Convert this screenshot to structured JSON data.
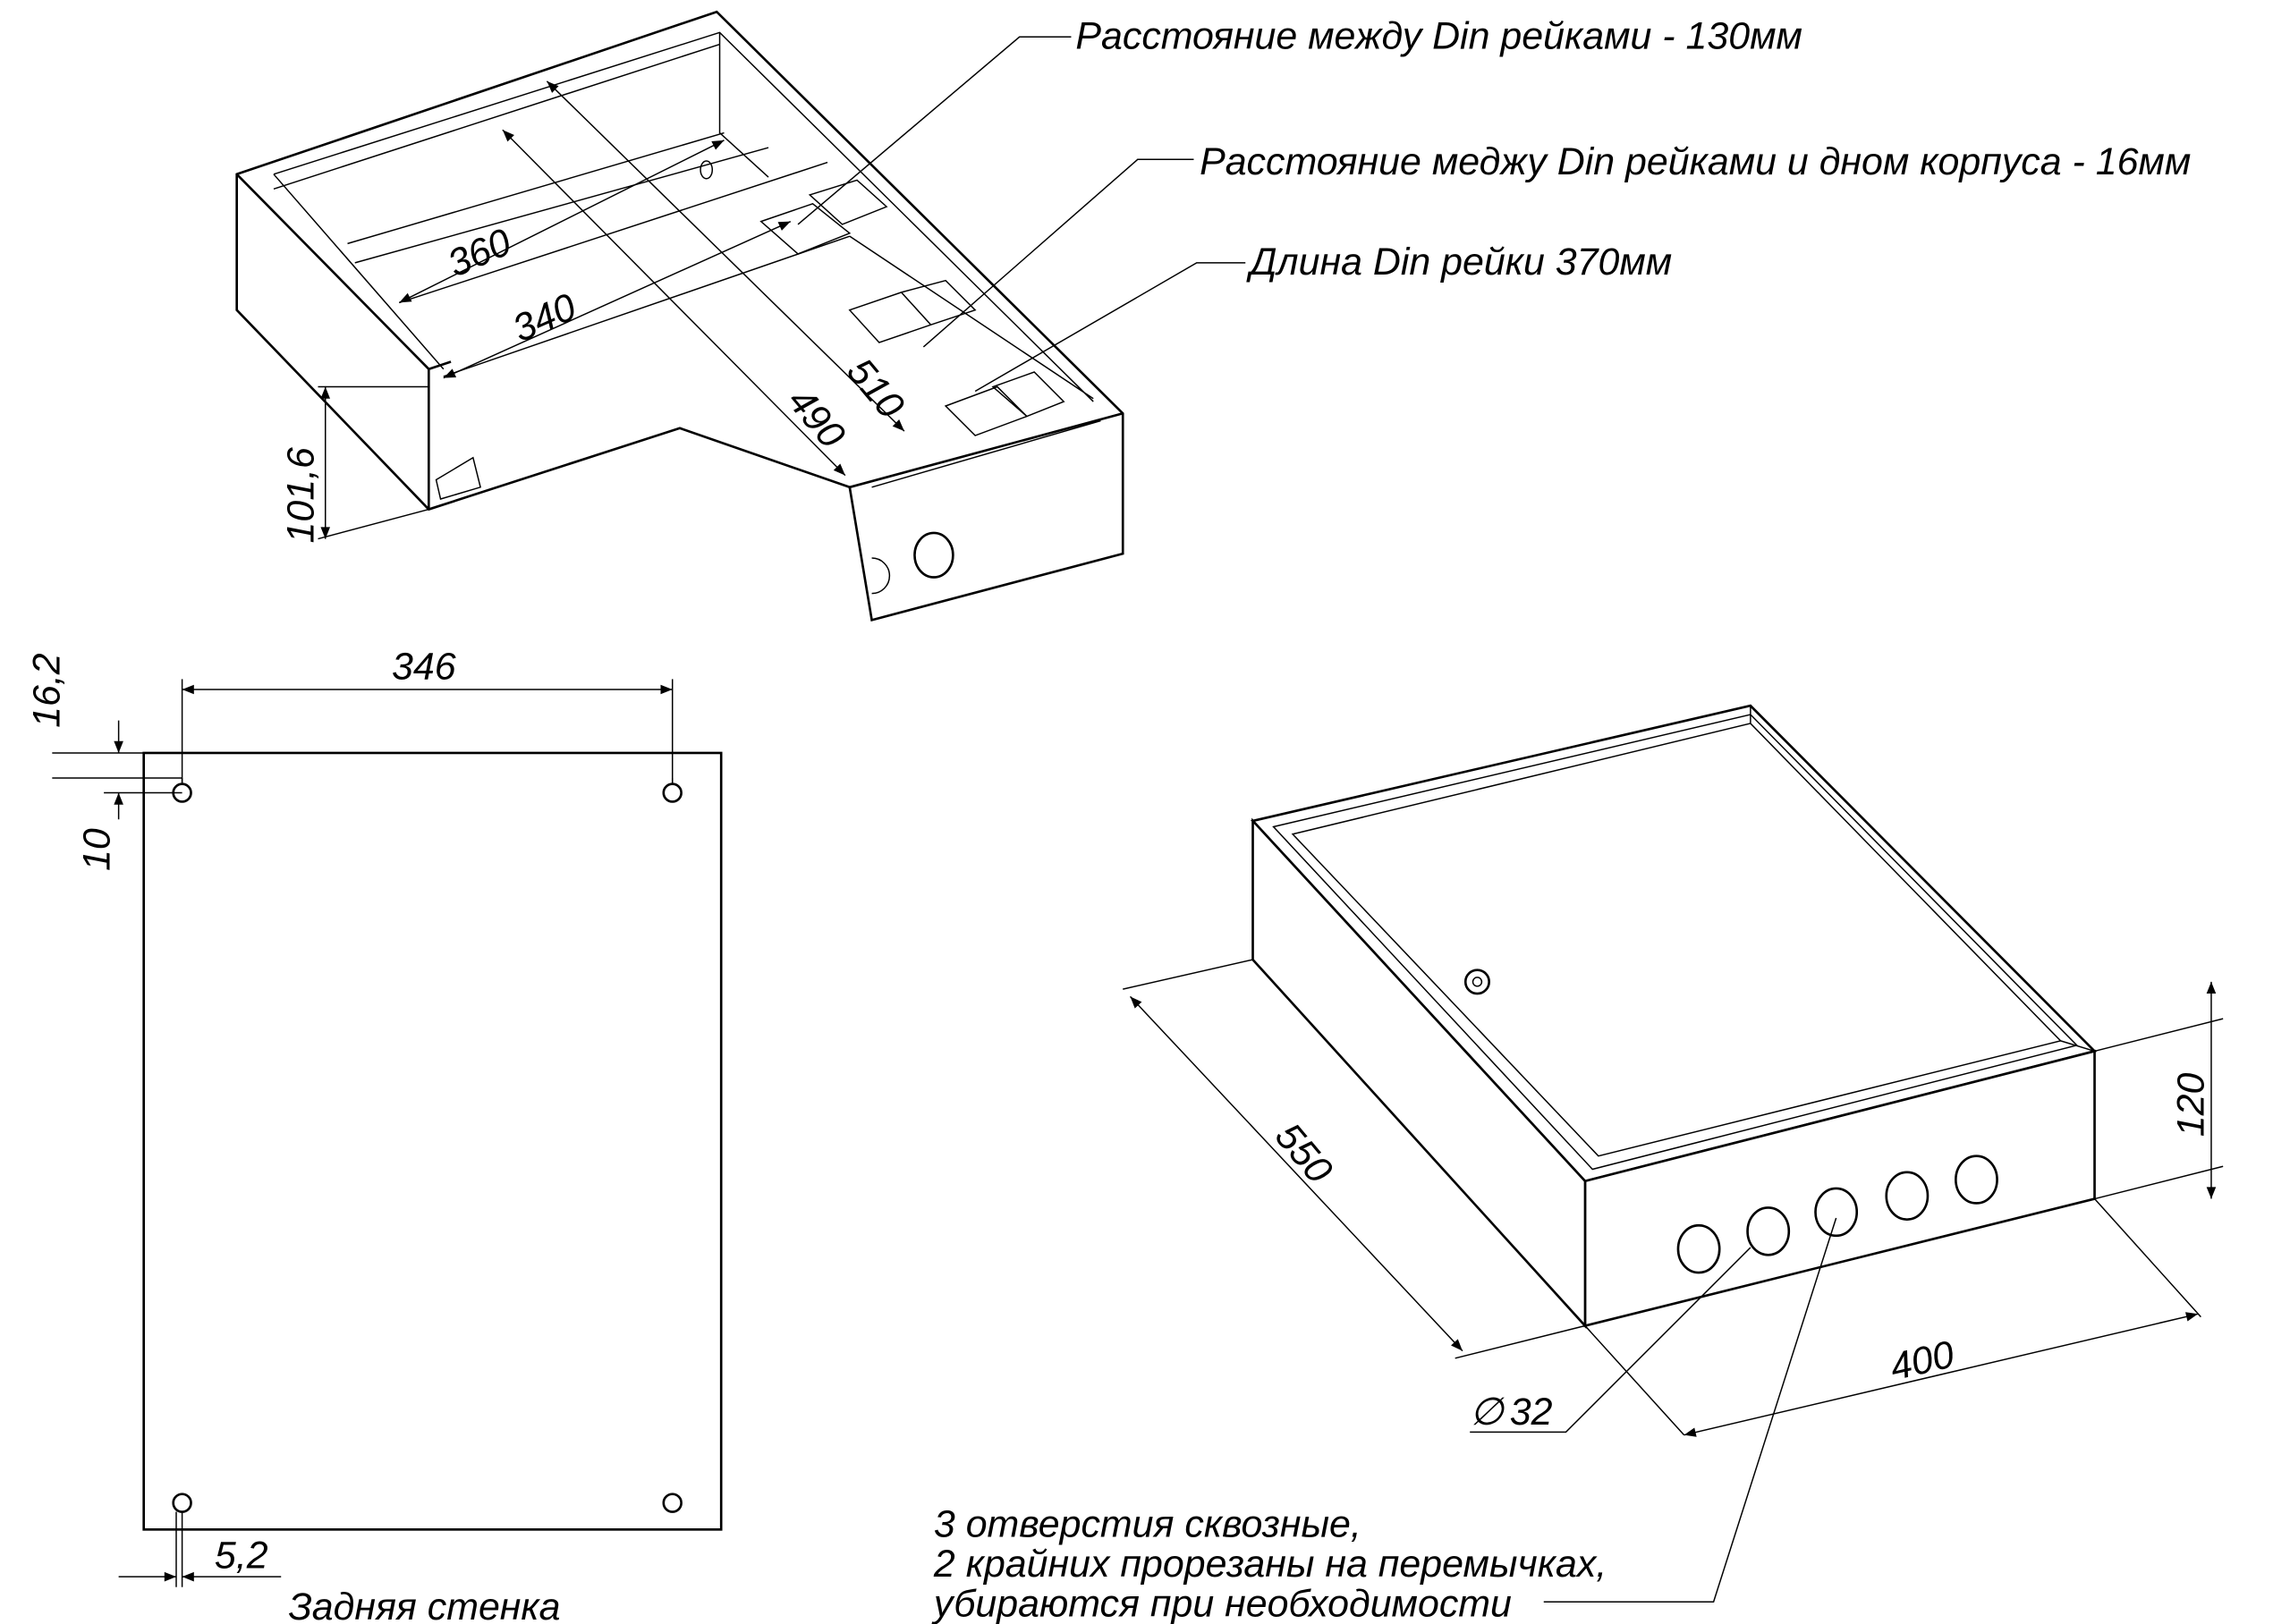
{
  "top_view": {
    "callouts": [
      "Расстояние между Din рейками - 130мм",
      "Расстояние меджу Din рейками и дном корпуса - 16мм",
      "Длина Din рейки 370мм"
    ],
    "dims": {
      "d360": "360",
      "d340": "340",
      "d510": "510",
      "d490": "490",
      "d101": "101,6"
    }
  },
  "back_wall": {
    "title": "Задняя стенка",
    "dims": {
      "d346": "346",
      "d16": "16,2",
      "d10": "10",
      "d5": "5,2"
    }
  },
  "box_view": {
    "dims": {
      "d550": "550",
      "d400": "400",
      "d120": "120",
      "hole": "32",
      "hole_symbol": "∅"
    },
    "note": [
      "3 отверстия сквозные,",
      "2 крайних прорезаны на перемычках,",
      "убираются при необходимости"
    ]
  }
}
